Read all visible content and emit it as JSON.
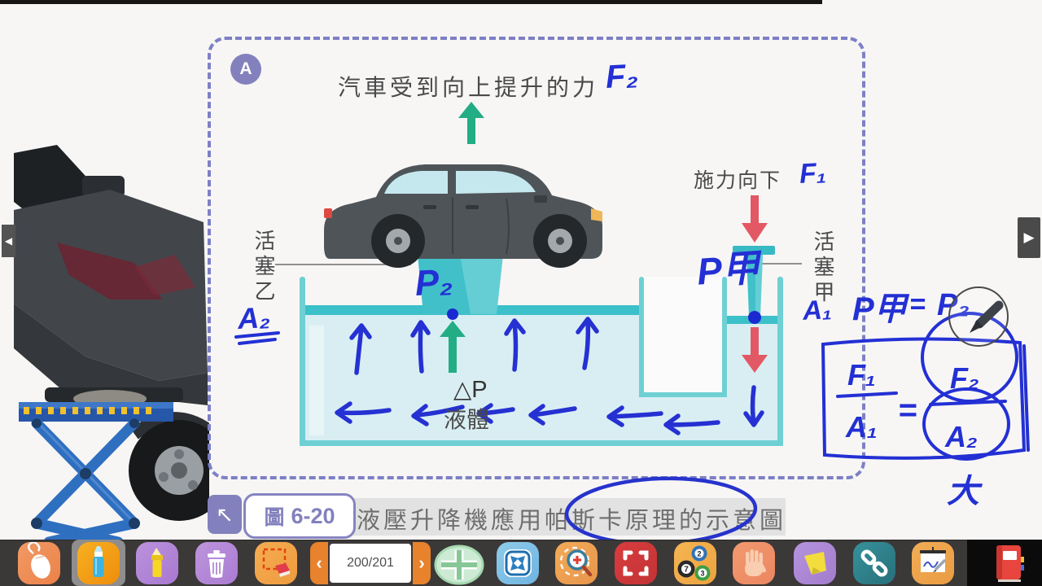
{
  "header": {
    "badge": "A",
    "title": "汽車受到向上提升的力"
  },
  "scene": {
    "force_up_label": "F₂",
    "apply_force_label": "施力向下",
    "force_down_label": "F₁",
    "piston_left_label": "活塞乙",
    "piston_right_label": "活塞甲",
    "area_left_label": "A₂",
    "area_right_label": "A₁",
    "pressure_left_label": "P₂",
    "pressure_right_label": "P甲",
    "delta_p_label": "△P",
    "liquid_label": "液體"
  },
  "formula": {
    "line1_lhs": "P甲",
    "line1_eq": "=",
    "line1_rhs": "P₂",
    "frac_lhs_num": "F₁",
    "frac_lhs_den": "A₁",
    "eq": "=",
    "frac_rhs_num": "F₂",
    "frac_rhs_den": "A₂",
    "note_big": "大"
  },
  "caption": {
    "corner_arrow": "↖",
    "figure_label": "圖",
    "figure_number": "6-20",
    "text": "液壓升降機應用帕斯卡原理的示意圖"
  },
  "nav": {
    "prev_glyph": "◀",
    "next_glyph": "▶"
  },
  "toolbar": {
    "prev_glyph": "‹",
    "page_indicator": "200/201",
    "next_glyph": "›",
    "balls": {
      "b1": "2",
      "b2": "7",
      "b3": "3"
    },
    "icons": [
      "mouse-tool",
      "pen-tool",
      "highlighter-tool",
      "trash-tool",
      "erase-selection-tool",
      "prev-page",
      "page-indicator",
      "next-page",
      "plus-tool",
      "fit-screen-tool",
      "zoom-tool",
      "fullscreen-tool",
      "number-balls-tool",
      "pan-tool",
      "sticky-note-tool",
      "link-tool",
      "whiteboard-tool",
      "ebook-menu"
    ]
  },
  "colors": {
    "accent_purple": "#8381bd",
    "ink_blue": "#2330d4",
    "teal": "#41c0c9",
    "green_arrow": "#23ad85",
    "red_arrow": "#e25864",
    "toolbar_bg": "#3b3838"
  }
}
